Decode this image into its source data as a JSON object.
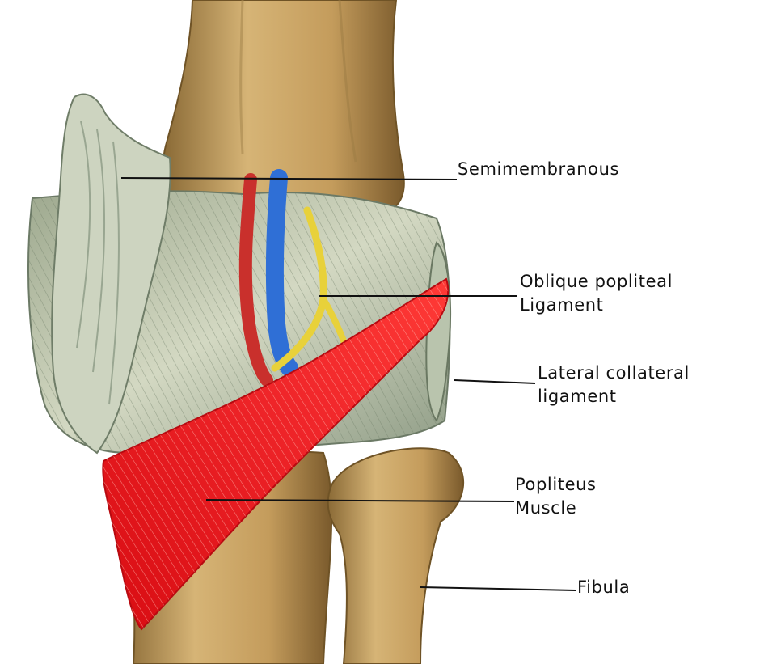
{
  "labels": {
    "semimembranous": "Semimembranous",
    "oblique_popliteal": [
      "Oblique popliteal",
      "Ligament"
    ],
    "lateral_collateral": [
      "Lateral collateral",
      "ligament"
    ],
    "popliteus": [
      "Popliteus",
      "Muscle"
    ],
    "fibula": "Fibula"
  },
  "colors": {
    "bone": "#cfa96a",
    "bone_shadow": "#8a6a36",
    "ligament": "#c8d0b8",
    "ligament_dark": "#7f8f7a",
    "popliteus_muscle": "#e8141a",
    "artery": "#c9302c",
    "vein": "#2f6fd6",
    "nerve": "#e8d13a",
    "leader_line": "#111111"
  }
}
